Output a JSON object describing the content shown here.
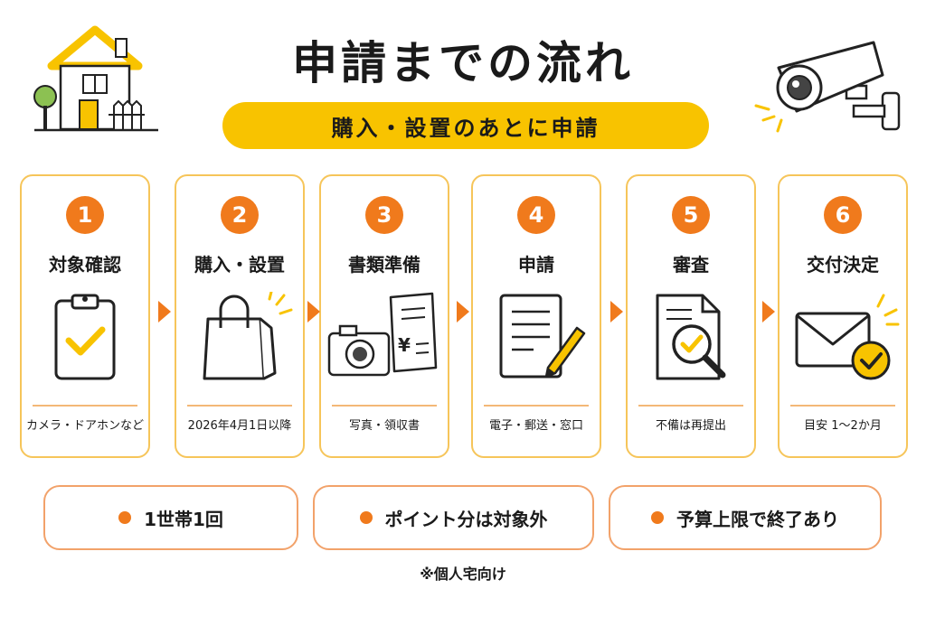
{
  "title": "申請までの流れ",
  "subtitle": "購入・設置のあとに申請",
  "colors": {
    "accent_orange": "#f07a1c",
    "accent_yellow": "#f8c300",
    "card_border": "#f6c55a"
  },
  "steps": [
    {
      "num": "1",
      "title": "対象確認",
      "note": "カメラ・ドアホンなど",
      "icon": "clipboard-check-icon"
    },
    {
      "num": "2",
      "title": "購入・設置",
      "note": "2026年4月1日以降",
      "icon": "shopping-bag-icon"
    },
    {
      "num": "3",
      "title": "書類準備",
      "note": "写真・領収書",
      "icon": "camera-receipt-icon"
    },
    {
      "num": "4",
      "title": "申請",
      "note": "電子・郵送・窓口",
      "icon": "document-pen-icon"
    },
    {
      "num": "5",
      "title": "審査",
      "note": "不備は再提出",
      "icon": "document-search-icon"
    },
    {
      "num": "6",
      "title": "交付決定",
      "note": "目安 1〜2か月",
      "icon": "envelope-check-icon"
    }
  ],
  "conditions": [
    {
      "label": "1世帯1回"
    },
    {
      "label": "ポイント分は対象外"
    },
    {
      "label": "予算上限で終了あり"
    }
  ],
  "footnote": "※個人宅向け",
  "decorations": {
    "left": "house-icon",
    "right": "security-camera-icon"
  },
  "receipt_symbol": "¥"
}
